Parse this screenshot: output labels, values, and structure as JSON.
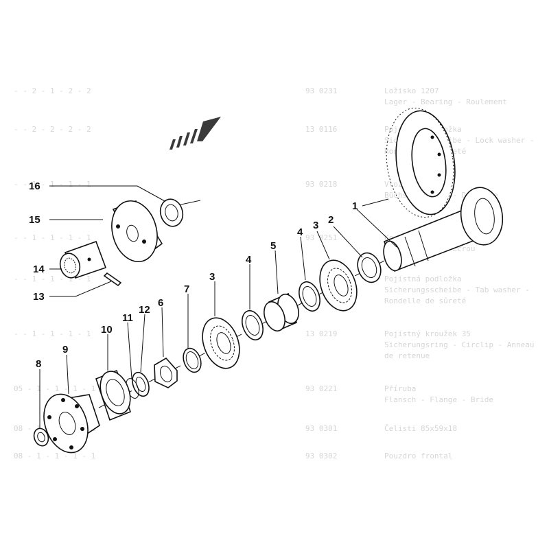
{
  "callouts": [
    {
      "id": "1",
      "text": "1"
    },
    {
      "id": "2",
      "text": "2"
    },
    {
      "id": "3a",
      "text": "3"
    },
    {
      "id": "3b",
      "text": "3"
    },
    {
      "id": "4a",
      "text": "4"
    },
    {
      "id": "4b",
      "text": "4"
    },
    {
      "id": "5",
      "text": "5"
    },
    {
      "id": "6",
      "text": "6"
    },
    {
      "id": "7",
      "text": "7"
    },
    {
      "id": "8",
      "text": "8"
    },
    {
      "id": "9",
      "text": "9"
    },
    {
      "id": "10",
      "text": "10"
    },
    {
      "id": "11",
      "text": "11"
    },
    {
      "id": "12",
      "text": "12"
    },
    {
      "id": "13",
      "text": "13"
    },
    {
      "id": "14",
      "text": "14"
    },
    {
      "id": "15",
      "text": "15"
    },
    {
      "id": "16",
      "text": "16"
    }
  ],
  "ghost_table": {
    "rows": [
      {
        "desc": "Ložisko 1207",
        "desc2": "Lager - Bearing - Roulement",
        "code": "93 0231",
        "cols": "- - 2 - 1 - 2 - 2"
      },
      {
        "desc": "Pojistný podložka",
        "desc2": "Sicherungsscheibe - Lock washer -",
        "desc3": "Rondelle de sûreté",
        "code": "13 0116",
        "cols": "- - 2 - 2 - 2 - 2"
      },
      {
        "desc": "Vložka",
        "desc2": "Büchse - Liner - Doublure",
        "code": "93 0218",
        "cols": "- - 1 - 1 - 1 - 1"
      },
      {
        "desc": "Korunová matice",
        "desc2": "Mutter - Nut - Écrou",
        "code": "93 0251",
        "cols": "- - 1 - 1 - 1 - 1"
      },
      {
        "desc": "Pojistná podložka",
        "desc2": "Sicherungsscheibe - Tab washer -",
        "desc3": "Rondelle de sûreté",
        "code": "",
        "cols": "- - 1 - 1 - 1 - 1"
      },
      {
        "desc": "Pojistný kroužek 35",
        "desc2": "Sicherungsring - Circlip - Anneau",
        "desc3": "de retenue",
        "code": "13 0219",
        "cols": "- - 1 - 1 - 1 - 1"
      },
      {
        "desc": "Příruba",
        "desc2": "Flansch - Flange - Bride",
        "code": "93 0221",
        "cols": "05 - 1 - 1 - 1 - 1"
      },
      {
        "desc": "Čelisti 85x59x18",
        "desc2": "",
        "code": "93 0301",
        "cols": "08 - 1 - 1 - 1 - 1"
      },
      {
        "desc": "Pouzdro frontal",
        "desc2": "",
        "code": "93 0302",
        "cols": "08 - 1 - 1 - 1 - 1"
      }
    ]
  }
}
